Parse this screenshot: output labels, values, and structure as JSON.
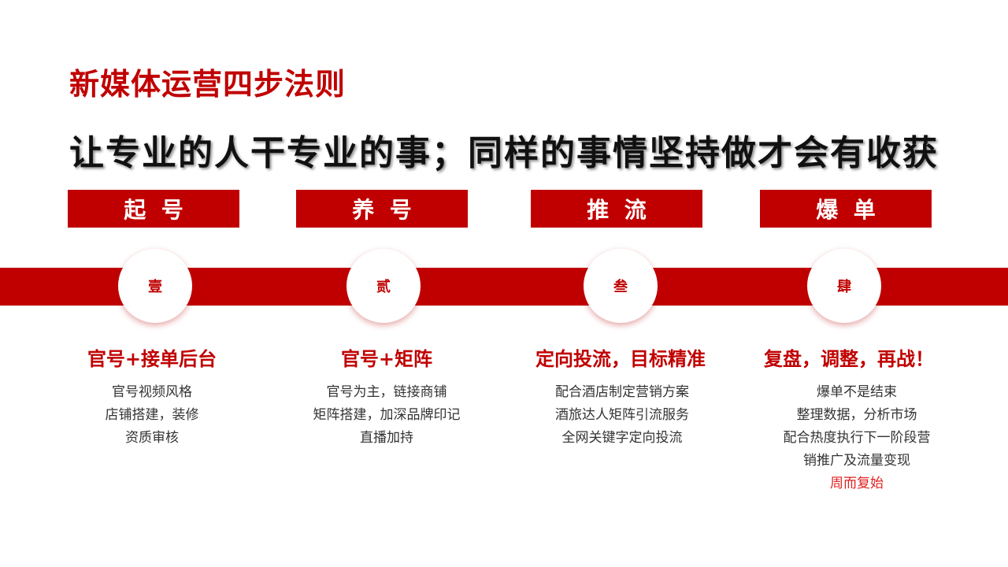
{
  "title": "新媒体运营四步法则",
  "subtitle": "让专业的人干专业的事；同样的事情坚持做才会有收获",
  "colors": {
    "accent": "#c00000",
    "highlight": "#e02020",
    "text": "#333333"
  },
  "steps": [
    {
      "header": "起  号",
      "numeral": "壹",
      "title": "官号+接单后台",
      "lines": [
        "官号视频风格",
        "店铺搭建，装修",
        "资质审核"
      ]
    },
    {
      "header": "养  号",
      "numeral": "贰",
      "title": "官号+矩阵",
      "lines": [
        "官号为主，链接商铺",
        "矩阵搭建，加深品牌印记",
        "直播加持"
      ]
    },
    {
      "header": "推  流",
      "numeral": "叁",
      "title": "定向投流，目标精准",
      "lines": [
        "配合酒店制定营销方案",
        "酒旅达人矩阵引流服务",
        "全网关键字定向投流"
      ]
    },
    {
      "header": "爆  单",
      "numeral": "肆",
      "title": "复盘，调整，再战！",
      "lines": [
        "爆单不是结束",
        "整理数据，分析市场",
        "配合热度执行下一阶段营",
        "销推广及流量变现"
      ],
      "highlight": "周而复始"
    }
  ]
}
